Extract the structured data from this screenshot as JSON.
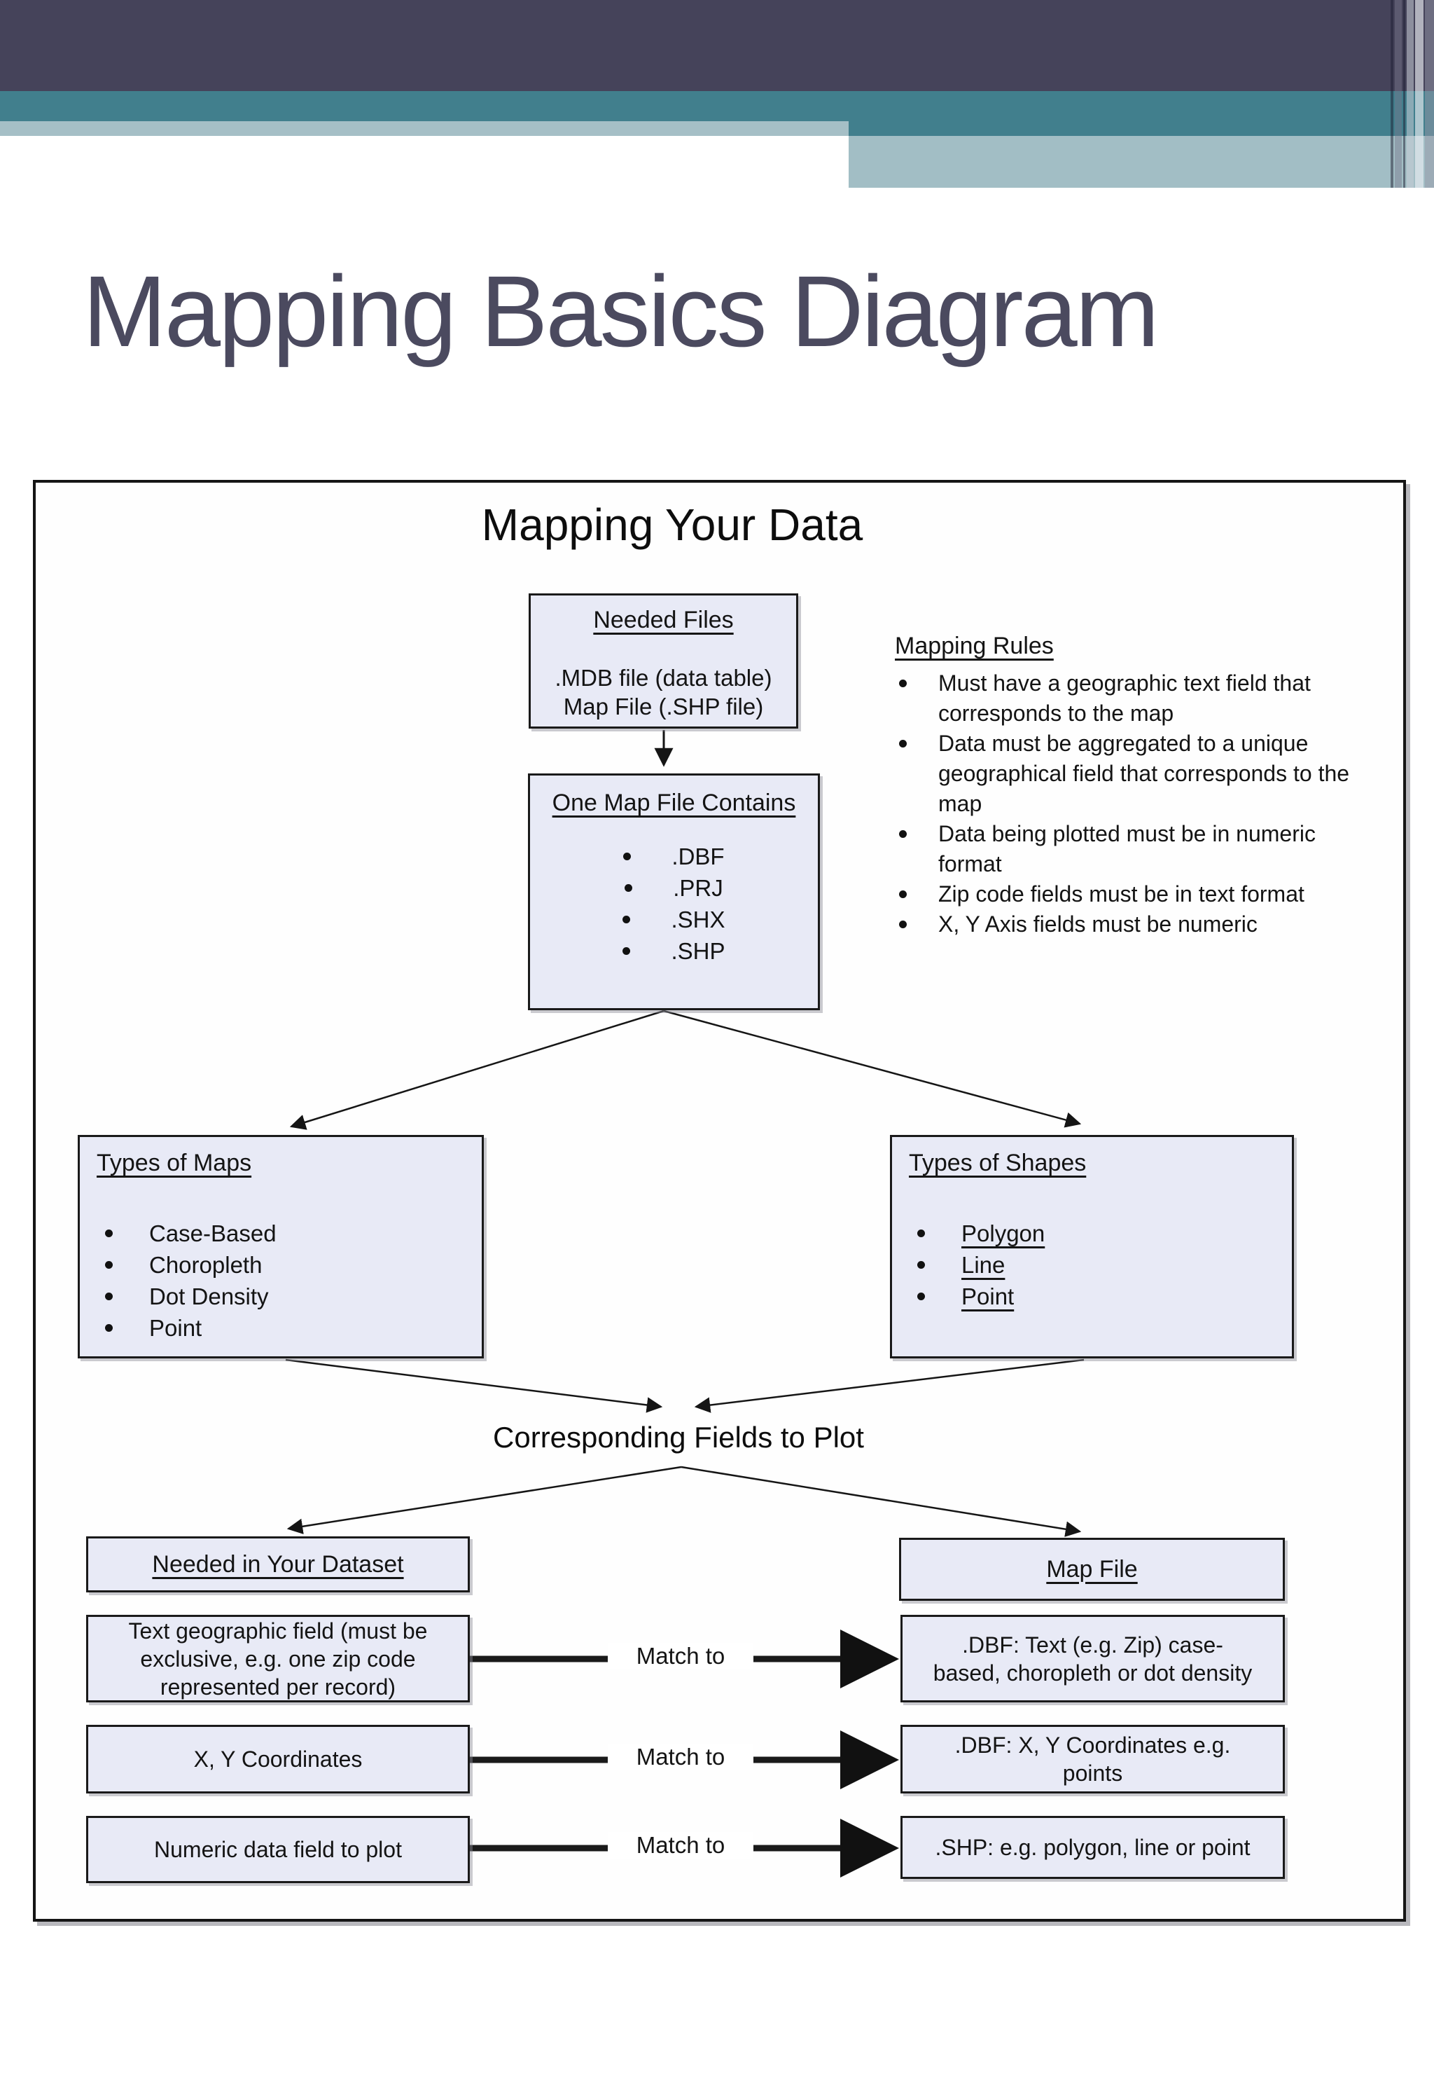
{
  "slide": {
    "title": "Mapping Basics Diagram"
  },
  "colors": {
    "band_dark": "#45435a",
    "band_teal": "#417f8d",
    "band_light": "#a5bfc6",
    "node_fill": "#e8eaf6",
    "title_text": "#4b4a5f",
    "line": "#1a1a1a"
  },
  "diagram": {
    "title": "Mapping Your Data",
    "needed_files": {
      "heading": "Needed Files",
      "lines": ".MDB file (data table)\nMap File (.SHP file)"
    },
    "one_map_file": {
      "heading": "One Map File Contains",
      "items": [
        ".DBF",
        ".PRJ",
        ".SHX",
        ".SHP"
      ]
    },
    "mapping_rules": {
      "heading": "Mapping Rules",
      "bullets": [
        "Must have a geographic text field that\ncorresponds to the map",
        "Data must be aggregated to a unique\ngeographical field that corresponds to the\nmap",
        "Data being plotted must be in numeric\nformat",
        "Zip code fields must be in text format",
        "X, Y Axis fields must be numeric"
      ]
    },
    "types_of_maps": {
      "heading": "Types of Maps",
      "items": [
        "Case-Based",
        "Choropleth",
        "Dot Density",
        "Point"
      ]
    },
    "types_of_shapes": {
      "heading": "Types of Shapes",
      "items": [
        "Polygon",
        "Line",
        "Point"
      ]
    },
    "corresponding_label": "Corresponding Fields to Plot",
    "match_label": "Match to",
    "dataset_column": {
      "heading": "Needed in Your Dataset",
      "rows": [
        "Text geographic field (must be\nexclusive, e.g. one zip code\nrepresented per record)",
        "X, Y Coordinates",
        "Numeric data field to plot"
      ]
    },
    "mapfile_column": {
      "heading": "Map File",
      "rows": [
        ".DBF: Text (e.g. Zip) case-\nbased, choropleth or dot density",
        ".DBF: X, Y Coordinates e.g.\npoints",
        ".SHP: e.g. polygon, line or point"
      ]
    }
  }
}
